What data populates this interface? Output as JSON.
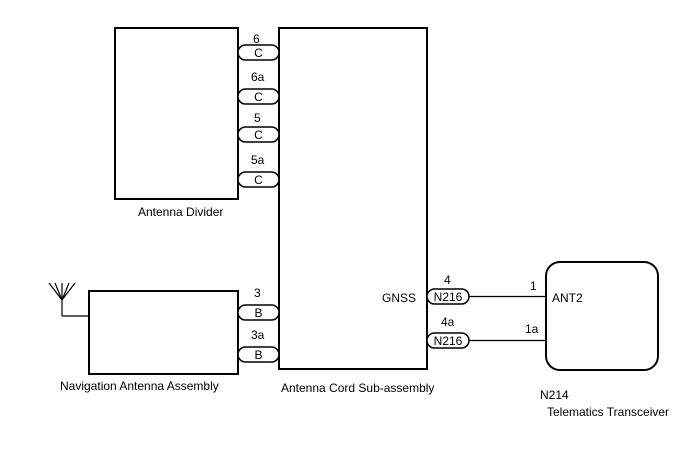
{
  "components": {
    "antenna_divider": {
      "label": "Antenna Divider"
    },
    "antenna_cord": {
      "label": "Antenna Cord Sub-assembly",
      "port_label": "GNSS"
    },
    "nav_antenna": {
      "label": "Navigation Antenna Assembly"
    },
    "telematics": {
      "id": "N214",
      "label": "Telematics Transceiver",
      "port_label": "ANT2"
    }
  },
  "connectors": {
    "divider_side": [
      {
        "pin": "6",
        "connector": "C"
      },
      {
        "pin": "6a",
        "connector": "C"
      },
      {
        "pin": "5",
        "connector": "C"
      },
      {
        "pin": "5a",
        "connector": "C"
      }
    ],
    "nav_side": [
      {
        "pin": "3",
        "connector": "B"
      },
      {
        "pin": "3a",
        "connector": "B"
      }
    ],
    "gnss_side": [
      {
        "pin": "4",
        "connector": "N216",
        "far_pin": "1"
      },
      {
        "pin": "4a",
        "connector": "N216",
        "far_pin": "1a"
      }
    ]
  }
}
